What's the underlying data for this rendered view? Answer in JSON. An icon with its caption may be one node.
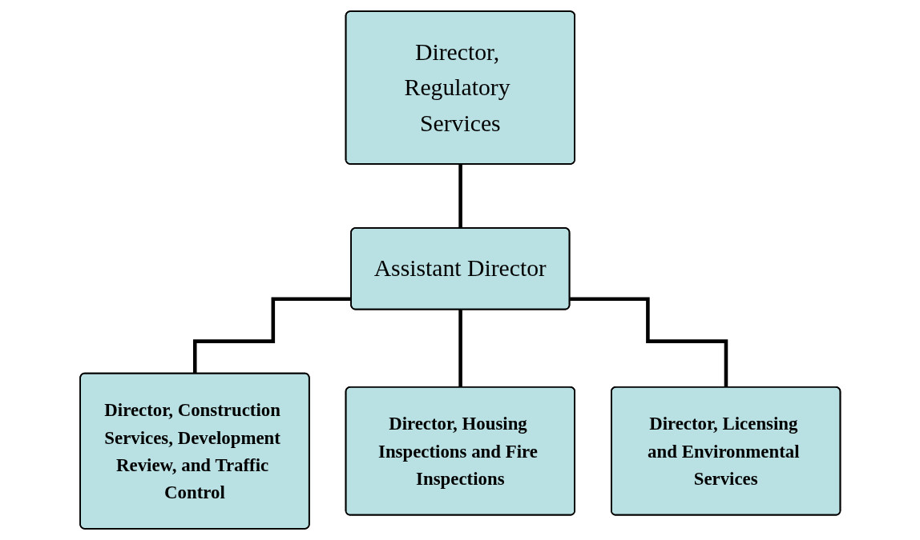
{
  "diagram": {
    "nodes": [
      {
        "text": [
          "Director, Regulatory Services"
        ]
      },
      {
        "text": [
          "Assistant Director"
        ]
      },
      {
        "text": [
          "Director, Construction Services, Development Review, and Traffic Control"
        ]
      },
      {
        "text": [
          "Director, Housing Inspections and Fire Inspections"
        ]
      },
      {
        "text": [
          "Director, Licensing and Environmental Services"
        ]
      }
    ],
    "edges": [
      {
        "from": 0,
        "to": 1,
        "arrow": "none"
      },
      {
        "from": 1,
        "to": 2,
        "arrow": "none"
      },
      {
        "from": 1,
        "to": 3,
        "arrow": "none"
      },
      {
        "from": 1,
        "to": 4,
        "arrow": "none"
      }
    ]
  }
}
